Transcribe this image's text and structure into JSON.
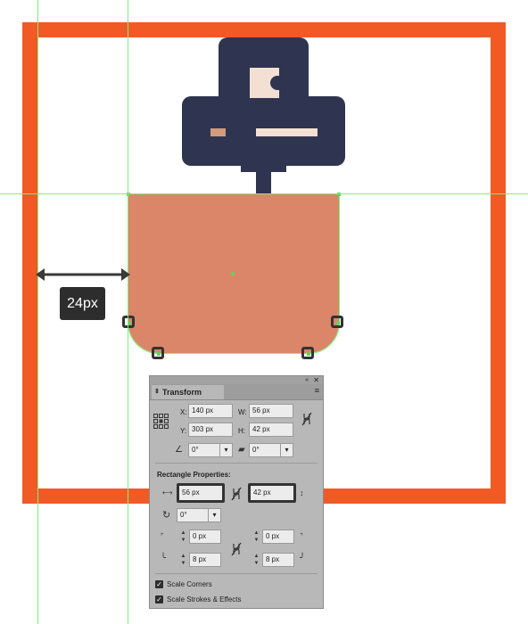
{
  "measure": {
    "label": "24px"
  },
  "transform_panel": {
    "title": "Transform",
    "x_label": "X:",
    "x_value": "140 px",
    "y_label": "Y:",
    "y_value": "303 px",
    "w_label": "W:",
    "w_value": "56 px",
    "h_label": "H:",
    "h_value": "42 px",
    "rotate_value": "0°",
    "shear_value": "0°",
    "rect_props_label": "Rectangle Properties:",
    "rect_width": "56 px",
    "rect_height": "42 px",
    "rect_rotation": "0°",
    "corner_tl": "0 px",
    "corner_tr": "0 px",
    "corner_bl": "8 px",
    "corner_br": "8 px",
    "scale_corners_label": "Scale Corners",
    "scale_strokes_label": "Scale Strokes & Effects",
    "scale_corners_checked": true,
    "scale_strokes_checked": true
  },
  "colors": {
    "frame": "#f15a24",
    "pot": "#db8668",
    "plant_dark": "#2f3450",
    "guide": "#7cf07c"
  }
}
